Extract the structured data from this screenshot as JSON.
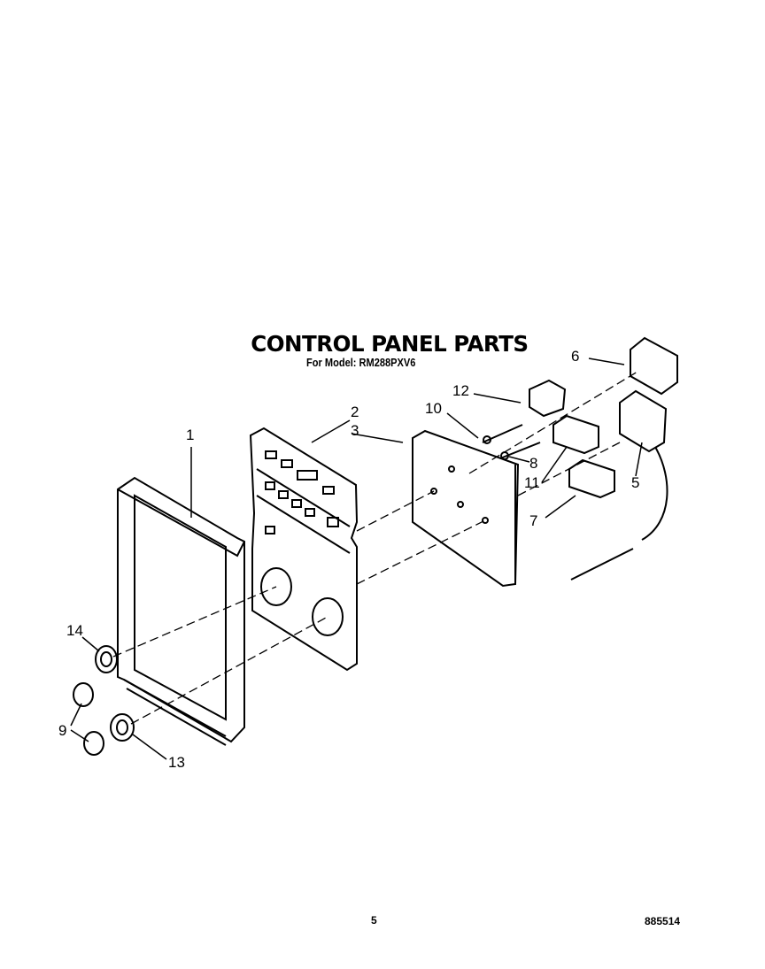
{
  "title": "CONTROL PANEL PARTS",
  "subtitle": "For Model: RM288PXV6",
  "callouts": [
    "1",
    "2",
    "3",
    "5",
    "6",
    "7",
    "8",
    "9",
    "10",
    "11",
    "12",
    "13",
    "14"
  ],
  "footer": {
    "page_number": "5",
    "diagram_number": "885514"
  }
}
